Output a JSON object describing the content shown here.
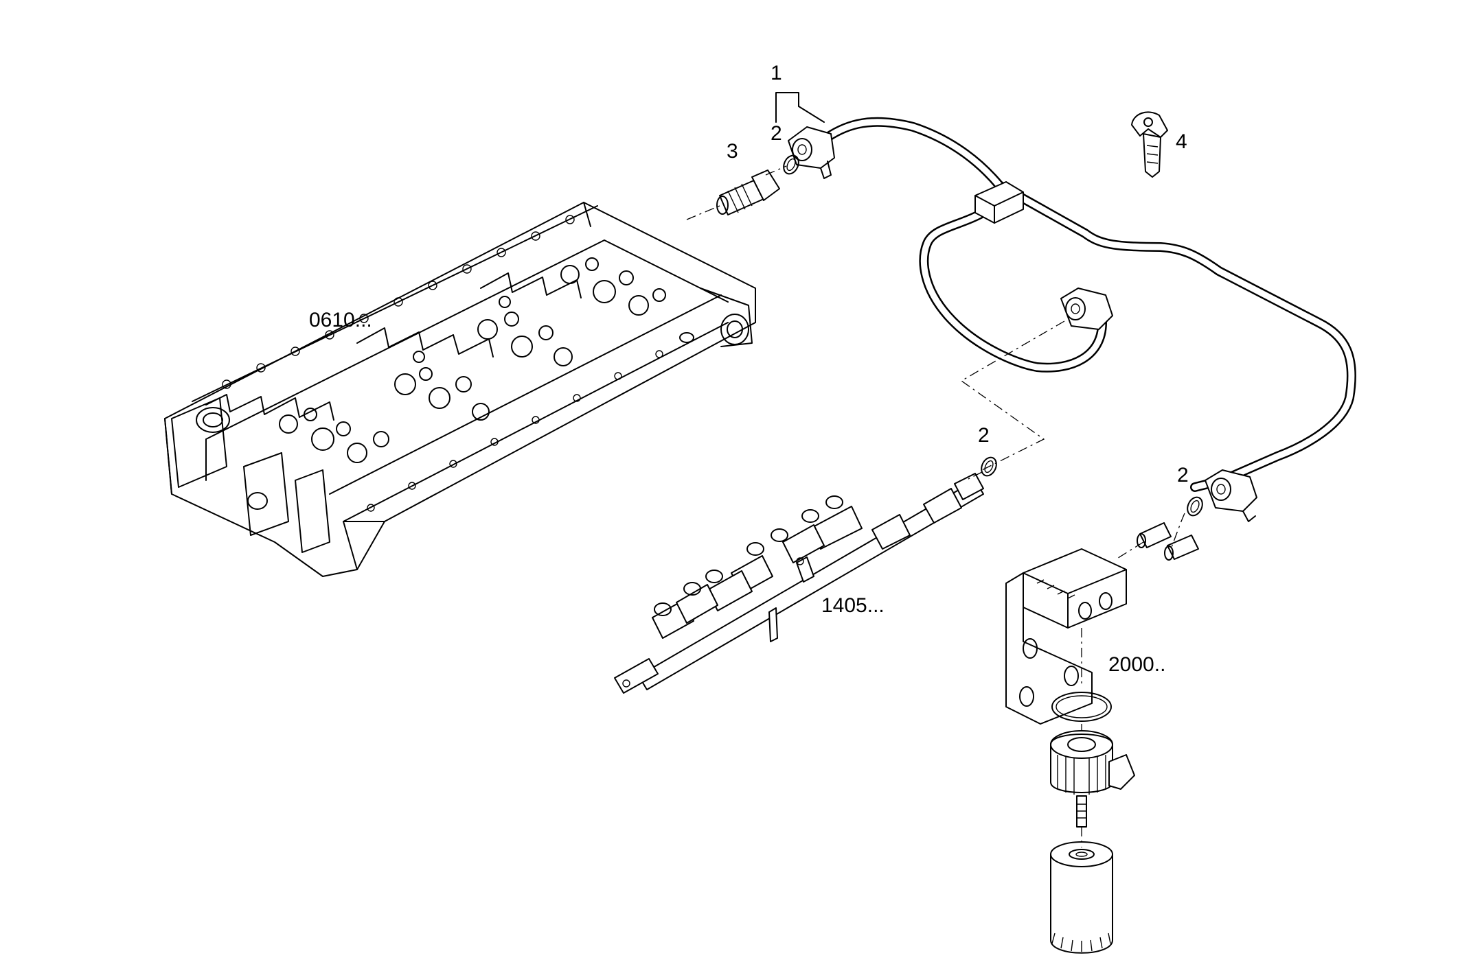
{
  "callouts": {
    "item_1": "1",
    "item_2_top": "2",
    "item_3": "3",
    "item_4": "4",
    "item_2_rail": "2",
    "item_2_filter": "2",
    "ref_cylinder_head": "0610...",
    "ref_fuel_rail": "1405...",
    "ref_fuel_filter": "2000.."
  },
  "icons": {
    "cylinder_head": "cylinder-head-drawing",
    "fuel_rail": "fuel-rail-drawing",
    "pipe_assembly": "fuel-pipe-assembly-drawing",
    "filter": "fuel-filter-drawing"
  },
  "colors": {
    "line": "#000000",
    "background": "#ffffff"
  }
}
